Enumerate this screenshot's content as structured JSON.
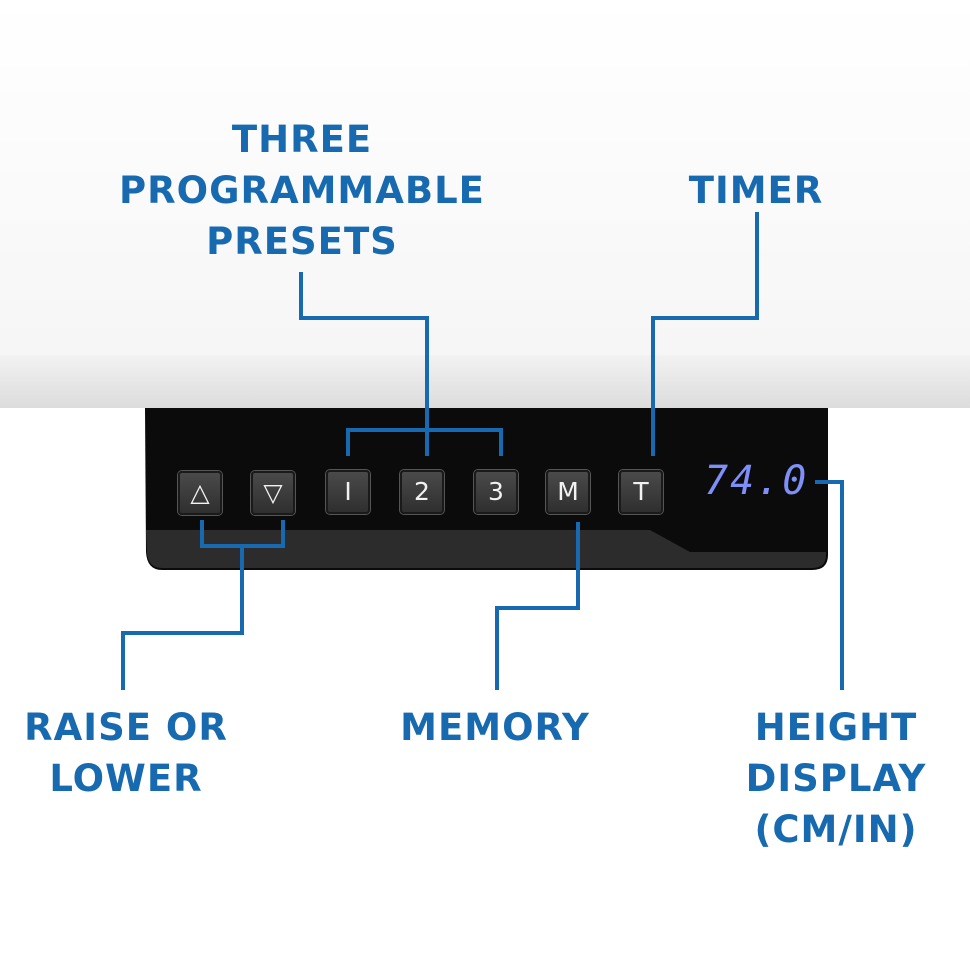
{
  "labels": {
    "presets": [
      "THREE",
      "PROGRAMMABLE",
      "PRESETS"
    ],
    "timer": [
      "TIMER"
    ],
    "raise_lower": [
      "RAISE OR",
      "LOWER"
    ],
    "memory": [
      "MEMORY"
    ],
    "height_display": [
      "HEIGHT",
      "DISPLAY",
      "(CM/IN)"
    ]
  },
  "buttons": {
    "up": "△",
    "down": "▽",
    "preset1": "I",
    "preset2": "2",
    "preset3": "3",
    "memory": "M",
    "timer": "T"
  },
  "display": {
    "value": "74.0"
  },
  "colors": {
    "accent": "#1769b0",
    "display": "#7e8ff7",
    "panel": "#0b0b0b"
  }
}
